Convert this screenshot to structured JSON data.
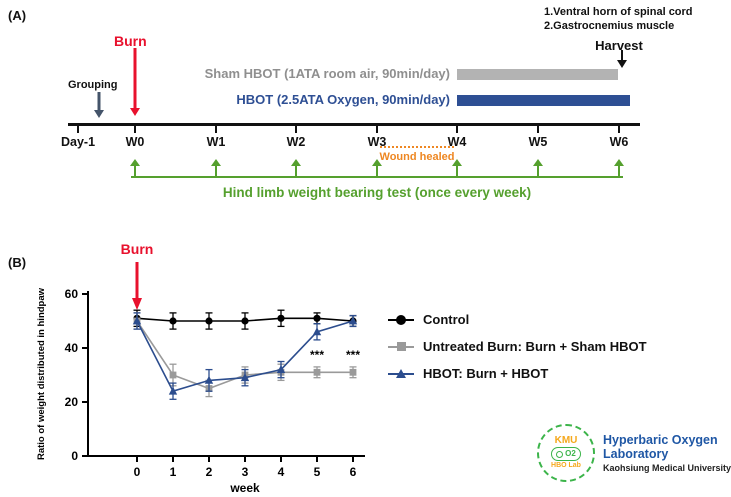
{
  "panelA": {
    "label": "(A)",
    "harvest_note_line1": "1.Ventral horn of spinal cord",
    "harvest_note_line2": "2.Gastrocnemius muscle",
    "harvest_label": "Harvest",
    "burn_label": "Burn",
    "grouping_label": "Grouping",
    "sham_label": "Sham HBOT (1ATA room air, 90min/day)",
    "hbot_label": "HBOT (2.5ATA Oxygen, 90min/day)",
    "timeline_ticks": [
      "Day-1",
      "W0",
      "W1",
      "W2",
      "W3",
      "W4",
      "W5",
      "W6"
    ],
    "wound_healed_label": "Wound healed",
    "test_label": "Hind limb weight bearing test (once every week)"
  },
  "panelB": {
    "label": "(B)",
    "burn_label": "Burn"
  },
  "chart_data": {
    "type": "line",
    "x": [
      0,
      1,
      2,
      3,
      4,
      5,
      6
    ],
    "xlabel": "week",
    "ylabel": "Ratio of weight distributed in hindpaw",
    "ylim": [
      0,
      60
    ],
    "yticks": [
      0,
      20,
      40,
      60
    ],
    "grid": false,
    "legend_position": "right",
    "series": [
      {
        "name": "Control",
        "marker": "circle",
        "color": "#000000",
        "values": [
          51,
          50,
          50,
          50,
          51,
          51,
          50
        ],
        "errors": [
          3,
          3,
          3,
          3,
          3,
          2,
          2
        ]
      },
      {
        "name": "Untreated Burn: Burn + Sham HBOT",
        "marker": "square",
        "color": "#9a9a9a",
        "values": [
          50,
          30,
          25,
          30,
          31,
          31,
          31
        ],
        "errors": [
          3,
          4,
          3,
          3,
          3,
          2,
          2
        ]
      },
      {
        "name": "HBOT: Burn + HBOT",
        "marker": "triangle",
        "color": "#2c4d8e",
        "values": [
          50,
          24,
          28,
          29,
          32,
          46,
          50
        ],
        "errors": [
          3,
          3,
          4,
          3,
          3,
          3,
          2
        ]
      }
    ],
    "annotations": [
      {
        "x": 5,
        "y": 36,
        "text": "***"
      },
      {
        "x": 6,
        "y": 36,
        "text": "***"
      }
    ]
  },
  "colors": {
    "burn_red": "#e8112d",
    "sham_gray_bar": "#b3b3b3",
    "sham_gray_text": "#8f8f8f",
    "hbot_blue": "#2e4f94",
    "test_green": "#55a02e",
    "wound_orange": "#ee8722",
    "grouping_arrow": "#44546a",
    "logo_green": "#3cb44a",
    "logo_orange": "#f5a81c",
    "logo_blue": "#1f57a5"
  },
  "logo": {
    "kmu": "KMU",
    "o2": "O2",
    "hbo_lab": "HBO Lab",
    "line1": "Hyperbaric Oxygen",
    "line2": "Laboratory",
    "line3": "Kaohsiung Medical University"
  }
}
